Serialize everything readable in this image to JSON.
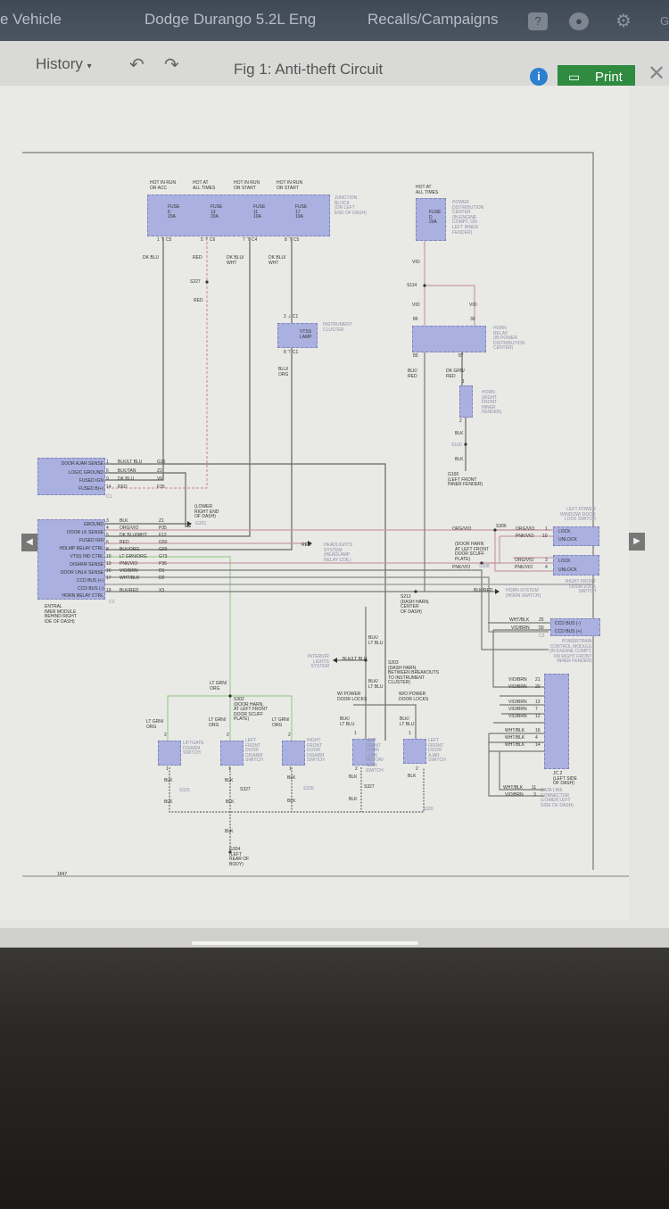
{
  "nav": {
    "vehicle_tab": "e Vehicle",
    "vehicle": "Dodge Durango 5.2L Eng",
    "recalls": "Recalls/Campaigns",
    "icons": [
      "help-icon",
      "vehicle-icon",
      "settings-icon",
      "more-icon"
    ]
  },
  "toolbar": {
    "history": "History",
    "history_caret": "▾",
    "title": "Fig 1: Anti-theft Circuit",
    "print": "Print",
    "close": "✕",
    "info": "i"
  },
  "diagram": {
    "fuse_headers": [
      "HOT IN RUN\nOR ACC",
      "HOT AT\nALL TIMES",
      "HOT IN RUN\nOR START",
      "HOT IN RUN\nOR START"
    ],
    "fuses": [
      "FUSE\n6\n20A",
      "FUSE\n13\n20A",
      "FUSE\n11\n10A",
      "FUSE\n17\n10A"
    ],
    "fuse_pins": [
      "1 ⊤ C5",
      "5 ⊤ C6",
      "7 ⊤ C4",
      "8 ⊤ C5"
    ],
    "junction_block": "JUNCTION\nBLOCK\n(ON LEFT\nEND OF DASH)",
    "top_wires": [
      "DK BLU",
      "RED",
      "DK BLU/\nWHT",
      "DK BLU/\nWHT",
      "S227",
      "RED"
    ],
    "cluster": {
      "pin_top": "2 ⊥ C1",
      "lamp": "VTSS\nLAMP",
      "label": "INSTRUMENT\nCLUSTER",
      "pin_bottom": "8 ⊤ C1",
      "wire": "BLU/\nORG"
    },
    "pdc": {
      "header": "HOT AT\nALL TIMES",
      "fuse": "FUSE\nD\n20A",
      "label": "POWER\nDISTRIBUTION\nCENTER\n(IN ENGINE\nCOMPT, ON\nLEFT INNER\nFENDER)",
      "wire1": "VIO",
      "splice": "S114",
      "wire2": "VIO",
      "wire3": "VIO"
    },
    "horn_relay": {
      "pin86": "86",
      "pin30": "30",
      "pin85": "85",
      "pin87": "87",
      "label": "HORN\nRELAY\n(IN POWER\nDISTRIBUTION\nCENTER)",
      "wire85": "BLK/\nRED",
      "wire87": "DK GRN/\nRED"
    },
    "horn": {
      "pin1": "1",
      "pin2": "2",
      "label": "HORN\n(RIGHT\nFRONT\nINNER\nFENDER)",
      "wire": "BLK",
      "splice": "S100",
      "wire2": "BLK",
      "ground": "G100\n(LEFT FRONT\nINNER FENDER)"
    },
    "module_c1": [
      {
        "name": "DOOR AJAR SENSE",
        "pin": "1",
        "wire": "BLK/LT BLU",
        "circuit": "G16"
      },
      {
        "name": "LOGIC GROUND",
        "pin": "6",
        "wire": "BLK/TAN",
        "circuit": "Z2"
      },
      {
        "name": "FUSED IGN",
        "pin": "9",
        "wire": "DK BLU",
        "circuit": "V6"
      },
      {
        "name": "FUSED B(+)",
        "pin": "14",
        "wire": "RED",
        "circuit": "F35"
      }
    ],
    "c1_label": "C1",
    "module_c2": [
      {
        "name": "GROUND",
        "pin": "3",
        "wire": "BLK",
        "circuit": "Z1"
      },
      {
        "name": "DOOR LK SENSE",
        "pin": "4",
        "wire": "ORG/VIO",
        "circuit": "P35"
      },
      {
        "name": "FUSED IGN",
        "pin": "5",
        "wire": "DK BLU/WHT",
        "circuit": "F12"
      },
      {
        "name": "HDLMP RELAY CTRL",
        "pin": "6",
        "wire": "RED",
        "circuit": "G50"
      },
      {
        "name": "VTSS IND CTRL",
        "pin": "8",
        "wire": "BLK/ORG",
        "circuit": "G69"
      },
      {
        "name": "DISARM SENSE",
        "pin": "10",
        "wire": "LT GRN/ORG",
        "circuit": "G73"
      },
      {
        "name": "DOOR UNLK SENSE",
        "pin": "13",
        "wire": "PNK/VIO",
        "circuit": "P36"
      },
      {
        "name": "CCD BUS (+)",
        "pin": "16",
        "wire": "VIO/BRN",
        "circuit": "D1"
      },
      {
        "name": "CCD BUS (-)",
        "pin": "17",
        "wire": "WHT/BLK",
        "circuit": "D2"
      },
      {
        "name": "HORN RELAY CTRL",
        "pin": "19",
        "wire": "BLK/RED",
        "circuit": "X3"
      }
    ],
    "c2_label": "C2",
    "module_label": "ENTRAL\nIMER MODULE\nBEHIND RIGHT\nIDE OF DASH)",
    "ground_g201": "(LOWER\nRIGHT END\nOF DASH)",
    "g201": "G201",
    "headlights": {
      "wire": "RED",
      "label": "HEADLIGHTS\nSYSTEM\n(HEADLAMP\nRELAY COIL)"
    },
    "s212": "S212\n(DASH HARN,\nCENTER\nOF DASH)",
    "s306": "S306",
    "door_harn": "(DOOR HARN\nAT LEFT FRONT\nDOOR SCUFF\nPLATE)",
    "s308": "S308",
    "right_wires": [
      "ORG/VIO",
      "ORG/VIO",
      "PNK/VIO",
      "ORG/VIO",
      "PNK/VIO",
      "PNK/VIO",
      "BLK/RED"
    ],
    "right_pins": [
      "1",
      "10",
      "3",
      "4"
    ],
    "lp_switch": {
      "header": "LEFT POWER\nWINDOW/ DOOR\nLOCK SWITCH",
      "lock": "LOCK",
      "unlock": "UNLOCK"
    },
    "rf_switch": {
      "lock": "LOCK",
      "unlock": "UNLOCK",
      "label": "RIGHT FRONT\nDOOR LOCK\nSWITCH"
    },
    "horn_system": "HORN SYSTEM\n(HORN SWITCH)",
    "pcm": {
      "wire1": "WHT/BLK",
      "pin1": "25",
      "wire2": "VIO/BRN",
      "pin2": "50",
      "c": "C2",
      "bus1": "CCD BUS (-)",
      "bus2": "CCD BUS (+)",
      "label": "POWERTRAIN\nCONTROL MODULE\n(IN ENGINE COMPT,\nON RIGHT FRONT\nINNER FENDER)"
    },
    "jc2": {
      "rows": [
        {
          "wire": "VIO/BRN",
          "pin": "21"
        },
        {
          "wire": "VIO/BRN",
          "pin": "20"
        },
        {
          "wire": "VIO/BRN",
          "pin": "13"
        },
        {
          "wire": "VIO/BRN",
          "pin": "7"
        },
        {
          "wire": "VIO/BRN",
          "pin": "12"
        },
        {
          "wire": "WHT/BLK",
          "pin": "16"
        },
        {
          "wire": "WHT/BLK",
          "pin": "4"
        },
        {
          "wire": "WHT/BLK",
          "pin": "14"
        }
      ],
      "label": "JC 2\n(LEFT SIDE\nOF DASH)"
    },
    "dlc": {
      "wire1": "WHT/BLK",
      "pin1": "11",
      "wire2": "VIO/BRN",
      "pin2": "3",
      "label": "DATA LINK\nCONNECTOR\n(LOWER LEFT\nSIDE OF DASH)"
    },
    "s203": {
      "wire_top": "BLK/\nLT BLU",
      "branch_wire": "BLK/LT BLU",
      "interior": "INTERIOR\nLIGHTS\nSYSTEM",
      "label": "S203\n(DASH HARN,\nBETWEEN BREAKOUTS\nTO INSTRUMENT\nCLUSTER)",
      "wire_bottom": "BLK/\nLT BLU",
      "with_locks": "W/ POWER\nDOOR LOCKS",
      "without_locks": "W/O POWER\nDOOR LOCKS"
    },
    "s302": {
      "wire": "LT GRN/\nORG",
      "label": "S302\n(DOOR HARN,\nAT LEFT FRONT\nDOOR SCUFF\nPLATE)"
    },
    "switches": [
      {
        "wire": "LT GRN/\nORG",
        "pin_top": "2",
        "pin_bottom": "1",
        "label": "LIFTGATE\nDISARM\nSWITCH",
        "gnd": "BLK",
        "splice": "S323",
        "gnd2": "BLK"
      },
      {
        "wire": "LT GRN/\nORG",
        "pin_top": "2",
        "pin_bottom": "1",
        "label": "LEFT\nFRONT\nDOOR\nDISARM\nSWITCH",
        "gnd": "BLK",
        "splice": "S327",
        "gnd2": "BLK"
      },
      {
        "wire": "LT GRN/\nORG",
        "pin_top": "2",
        "pin_bottom": "1",
        "label": "RIGHT\nFRONT\nDOOR\nDISARM\nSWITCH",
        "gnd": "BLK",
        "splice": "S326",
        "gnd2": "BLK"
      },
      {
        "wire": "BLK/\nLT BLU",
        "pin_top": "1",
        "pin_bottom": "2",
        "label": "LEFT\nFRONT\nDOOR\nLOCK\nMOTOR/\nAJAR\nSWITCH",
        "gnd": "BLK",
        "splice": "S327",
        "gnd2": "BLK"
      },
      {
        "wire": "BLK/\nLT BLU",
        "pin_top": "1",
        "pin_bottom": "2",
        "label": "LEFT\nFRONT\nDOOR\nAJAR\nSWITCH",
        "gnd": "BLK",
        "splice": "S320",
        "gnd2": ""
      }
    ],
    "g304": {
      "wire": "BLK",
      "label": "G304\n(LEFT\nREAR OF\nBODY)"
    },
    "page_code": "1847"
  },
  "pager": {
    "prev": "◀",
    "next": "▶"
  }
}
